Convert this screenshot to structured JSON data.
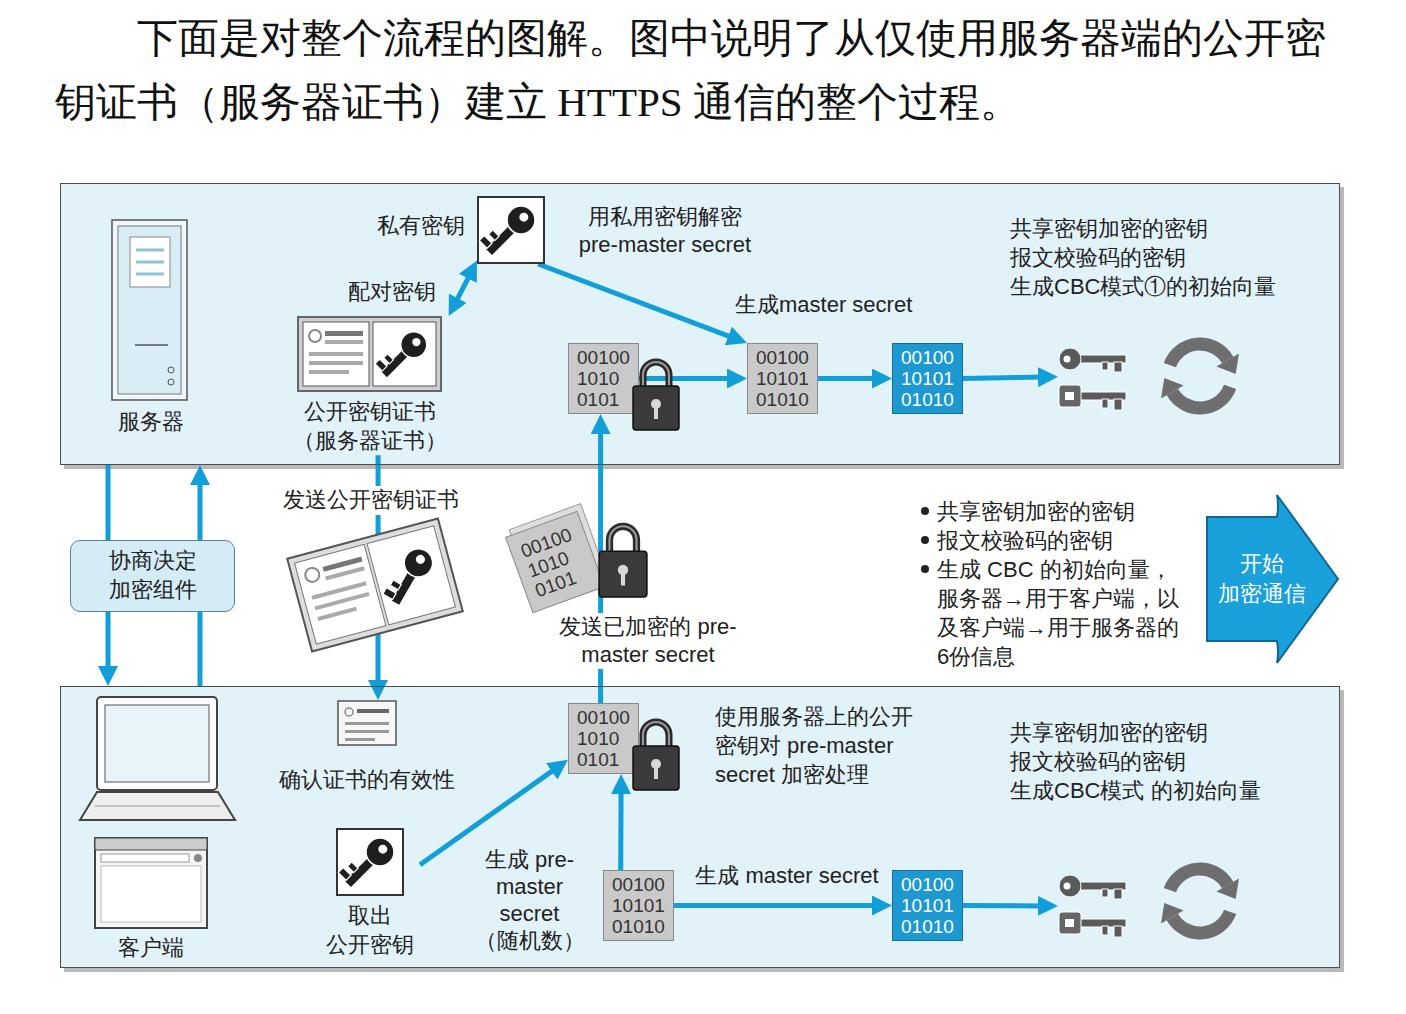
{
  "diagram": {
    "title": "下面是对整个流程的图解。图中说明了从仅使用服务器端的公开密钥证书（服务器证书）建立 HTTPS 通信的整个过程。",
    "nodes": [
      {
        "text": [
          "服务器"
        ]
      },
      {
        "text": [
          "私有密钥"
        ],
        "in": 0
      },
      {
        "text": [
          "公开密钥证书 （服务器证书）"
        ],
        "in": 0
      },
      {
        "text": [
          "00100 1010 0101"
        ],
        "in": 0
      },
      {
        "text": [
          "00100 10101 01010"
        ],
        "in": 0
      },
      {
        "text": [
          "00100 10101 01010"
        ],
        "in": 0
      },
      {
        "text": [
          "共享密钥加密的密钥 报文校验码的密钥 生成CBC模式①的初始向量"
        ],
        "in": 0
      },
      {
        "text": [
          "协商决定 加密组件"
        ]
      },
      {
        "text": [
          "开始 加密通信"
        ]
      },
      {
        "text": [
          "客户端"
        ]
      },
      {
        "text": [
          "确认证书的有效性"
        ],
        "in": 9
      },
      {
        "text": [
          "取出 公开密钥"
        ],
        "in": 9
      },
      {
        "text": [
          "00100 1010 0101"
        ],
        "in": 9
      },
      {
        "text": [
          "00100 10101 01010",
          "生成 pre-master secret （随机数）"
        ],
        "in": 9
      },
      {
        "text": [
          "00100 10101 01010"
        ],
        "in": 9
      },
      {
        "text": [
          "共享密钥加密的密钥 报文校验码的密钥 生成CBC模式 的初始向量"
        ],
        "in": 9
      }
    ],
    "edges": [
      {
        "from": 2,
        "to": 1,
        "arrow": "both",
        "label": "配对密钥"
      },
      {
        "from": 1,
        "to": 4,
        "arrow": "to",
        "label": "用私用密钥解密 pre-master secret"
      },
      {
        "from": 3,
        "to": 4,
        "arrow": "to"
      },
      {
        "from": 4,
        "to": 5,
        "arrow": "to",
        "label": "生成master secret"
      },
      {
        "from": 5,
        "to": 6,
        "arrow": "to"
      },
      {
        "from": 0,
        "to": 7,
        "arrow": "none"
      },
      {
        "from": 7,
        "to": 9,
        "arrow": "to"
      },
      {
        "from": 9,
        "to": 7,
        "arrow": "none"
      },
      {
        "from": 7,
        "to": 0,
        "arrow": "to"
      },
      {
        "from": 2,
        "to": 10,
        "arrow": "to",
        "label": "发送公开密钥证书"
      },
      {
        "from": 12,
        "to": 3,
        "arrow": "to",
        "label": "发送已加密的 pre-master secret"
      },
      {
        "from": 11,
        "to": 12,
        "arrow": "to"
      },
      {
        "from": 13,
        "to": 12,
        "arrow": "to",
        "label": "使用服务器上的公开 密钥对 pre-master secret 加密处理"
      },
      {
        "from": 13,
        "to": 14,
        "arrow": "to",
        "label": "生成 master secret"
      },
      {
        "from": 14,
        "to": 15,
        "arrow": "to"
      }
    ],
    "labels": [
      "共享密钥加密的密钥",
      "报文校验码的密钥",
      "生成 CBC 的初始向量，服务器→用于客户端，以及客户端→用于服务器的6份信息",
      "00100 1010 0101"
    ]
  }
}
